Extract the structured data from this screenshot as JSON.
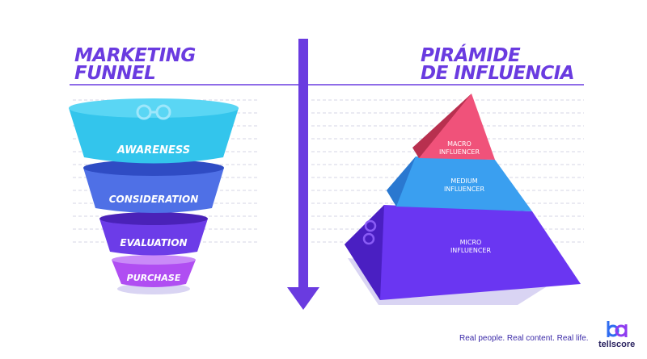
{
  "funnel": {
    "title_line1": "MARKETING",
    "title_line2": "FUNNEL",
    "stages": [
      "AWARENESS",
      "CONSIDERATION",
      "EVALUATION",
      "PURCHASE"
    ]
  },
  "pyramid": {
    "title_line1": "PIRÁMIDE",
    "title_line2": "DE INFLUENCIA",
    "tiers": [
      {
        "line1": "MACRO",
        "line2": "INFLUENCER"
      },
      {
        "line1": "MEDIUM",
        "line2": "INFLUENCER"
      },
      {
        "line1": "MICRO",
        "line2": "INFLUENCER"
      }
    ]
  },
  "footer": {
    "tagline": "Real people. Real content. Real life.",
    "brand": "tellscore"
  },
  "colors": {
    "accent": "#6a3be0",
    "awareness": "#35c8ee",
    "consideration": "#4e72e6",
    "evaluation": "#6b3fe6",
    "purchase": "#a24ef0",
    "macro": "#f0527a",
    "medium": "#3a9ff0",
    "micro": "#6a36f2"
  }
}
